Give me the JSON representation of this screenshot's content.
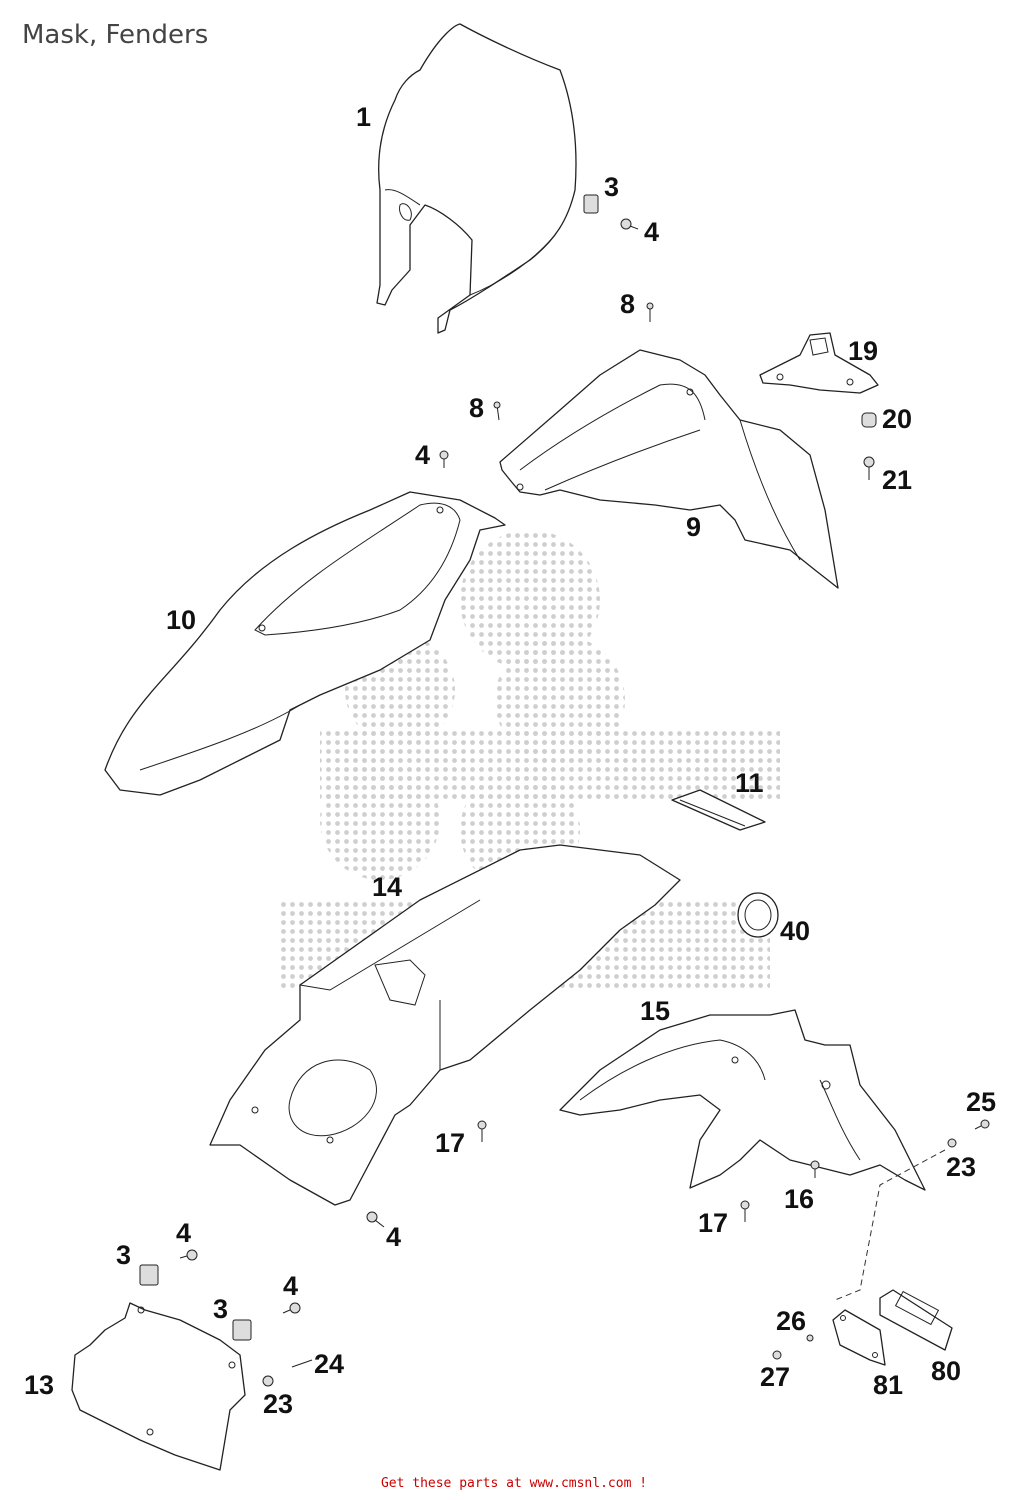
{
  "title": "Mask, Fenders",
  "footer": "Get these parts at www.cmsnl.com !",
  "callouts": [
    {
      "id": "c1",
      "label": "1"
    },
    {
      "id": "c3a",
      "label": "3"
    },
    {
      "id": "c4a",
      "label": "4"
    },
    {
      "id": "c8a",
      "label": "8"
    },
    {
      "id": "c19",
      "label": "19"
    },
    {
      "id": "c8b",
      "label": "8"
    },
    {
      "id": "c20",
      "label": "20"
    },
    {
      "id": "c4b",
      "label": "4"
    },
    {
      "id": "c21",
      "label": "21"
    },
    {
      "id": "c9",
      "label": "9"
    },
    {
      "id": "c10",
      "label": "10"
    },
    {
      "id": "c11",
      "label": "11"
    },
    {
      "id": "c14",
      "label": "14"
    },
    {
      "id": "c40",
      "label": "40"
    },
    {
      "id": "c15",
      "label": "15"
    },
    {
      "id": "c25",
      "label": "25"
    },
    {
      "id": "c17a",
      "label": "17"
    },
    {
      "id": "c23a",
      "label": "23"
    },
    {
      "id": "c16",
      "label": "16"
    },
    {
      "id": "c4c",
      "label": "4"
    },
    {
      "id": "c17b",
      "label": "17"
    },
    {
      "id": "c4d",
      "label": "4"
    },
    {
      "id": "c3b",
      "label": "3"
    },
    {
      "id": "c4e",
      "label": "4"
    },
    {
      "id": "c3c",
      "label": "3"
    },
    {
      "id": "c26",
      "label": "26"
    },
    {
      "id": "c24",
      "label": "24"
    },
    {
      "id": "c80",
      "label": "80"
    },
    {
      "id": "c27",
      "label": "27"
    },
    {
      "id": "c13",
      "label": "13"
    },
    {
      "id": "c81",
      "label": "81"
    },
    {
      "id": "c23b",
      "label": "23"
    }
  ]
}
